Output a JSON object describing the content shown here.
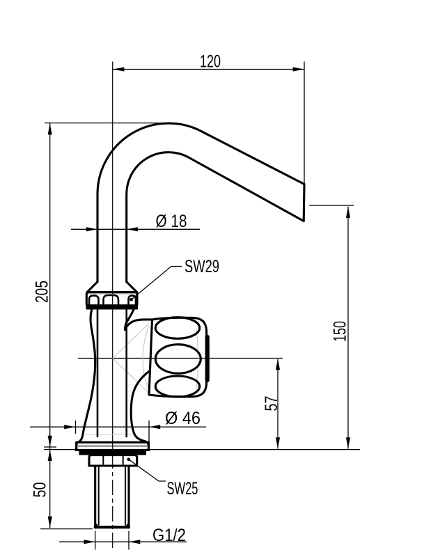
{
  "labels": {
    "reach": "120",
    "pipe_diameter": "Ø 18",
    "hex_top": "SW29",
    "total_height": "205",
    "outlet_height": "150",
    "handle_height": "57",
    "base_diameter": "Ø 46",
    "hex_bottom": "SW25",
    "shank_length": "50",
    "thread": "G1/2"
  },
  "colors": {
    "line": "#000000",
    "construction": "#c8c8c8",
    "background": "#ffffff"
  }
}
